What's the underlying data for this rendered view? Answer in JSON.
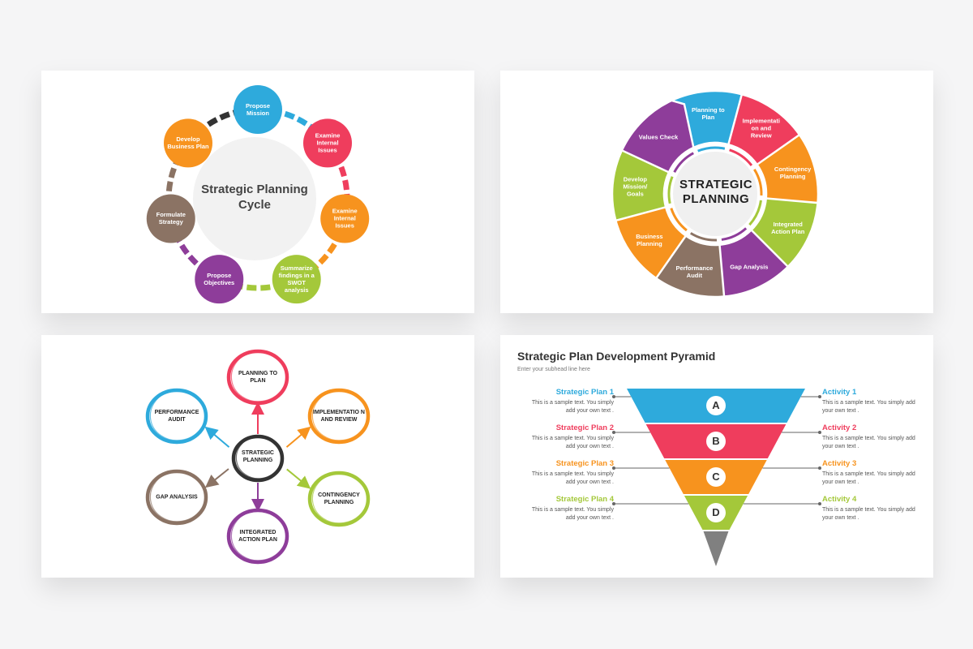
{
  "cycle": {
    "title": "Strategic Planning Cycle",
    "nodes": [
      {
        "label": "Propose Mission",
        "color": "#2eaadc"
      },
      {
        "label": "Examine Internal Issues",
        "color": "#ef3d5d"
      },
      {
        "label": "Examine Internal Issues",
        "color": "#f7931e"
      },
      {
        "label": "Summarize findings in a SWOT analysis",
        "color": "#a4c83a"
      },
      {
        "label": "Propose Objectives",
        "color": "#8e3d9a"
      },
      {
        "label": "Formulate Strategy",
        "color": "#8b7364"
      },
      {
        "label": "Develop Business Plan",
        "color": "#f7931e"
      }
    ]
  },
  "wheel": {
    "title": "STRATEGIC PLANNING",
    "segments": [
      {
        "label": "Planning to Plan",
        "color": "#2eaadc"
      },
      {
        "label": "Implementati on and Review",
        "color": "#ef3d5d"
      },
      {
        "label": "Contingency Planning",
        "color": "#f7931e"
      },
      {
        "label": "Integrated Action Plan",
        "color": "#a4c83a"
      },
      {
        "label": "Gap Analysis",
        "color": "#8e3d9a"
      },
      {
        "label": "Performance Audit",
        "color": "#8b7364"
      },
      {
        "label": "Business Planning",
        "color": "#f7931e"
      },
      {
        "label": "Develop Mission/ Goals",
        "color": "#a4c83a"
      },
      {
        "label": "Values Check",
        "color": "#8e3d9a"
      }
    ]
  },
  "sketch": {
    "center": "STRATEGIC PLANNING",
    "center_color": "#333333",
    "rings": [
      {
        "label": "PLANNING TO PLAN",
        "color": "#ef3d5d"
      },
      {
        "label": "IMPLEMENTATIO N AND REVIEW",
        "color": "#f7931e"
      },
      {
        "label": "CONTINGENCY PLANNING",
        "color": "#a4c83a"
      },
      {
        "label": "INTEGRATED ACTION PLAN",
        "color": "#8e3d9a"
      },
      {
        "label": "GAP ANALYSIS",
        "color": "#8b7364"
      },
      {
        "label": "PERFORMANCE AUDIT",
        "color": "#2eaadc"
      }
    ]
  },
  "pyramid": {
    "title": "Strategic Plan Development Pyramid",
    "subtitle": "Enter your subhead line here",
    "tip_color": "#808080",
    "levels": [
      {
        "letter": "A",
        "color": "#2eaadc",
        "plan": "Strategic Plan 1",
        "activity": "Activity 1",
        "text": "This is a sample text. You simply add your own text ."
      },
      {
        "letter": "B",
        "color": "#ef3d5d",
        "plan": "Strategic Plan 2",
        "activity": "Activity 2",
        "text": "This is a sample text. You simply add your own text ."
      },
      {
        "letter": "C",
        "color": "#f7931e",
        "plan": "Strategic Plan 3",
        "activity": "Activity 3",
        "text": "This is a sample text. You simply add your own text ."
      },
      {
        "letter": "D",
        "color": "#a4c83a",
        "plan": "Strategic Plan 4",
        "activity": "Activity 4",
        "text": "This is a sample text. You simply add your own text ."
      }
    ]
  }
}
